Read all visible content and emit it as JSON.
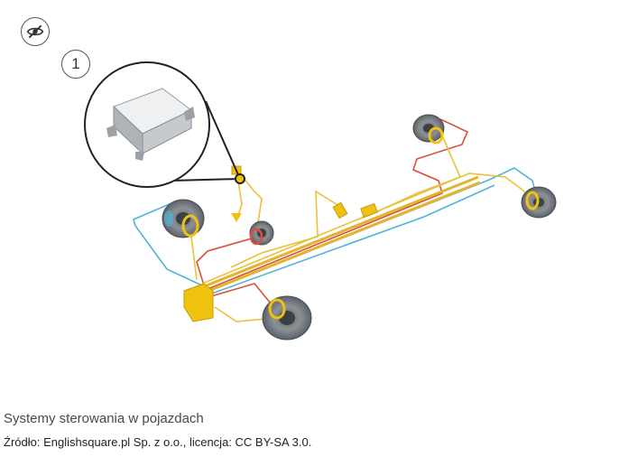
{
  "toggle": {
    "icon": "eye-off-icon"
  },
  "marker": {
    "label": "1"
  },
  "caption": "Systemy sterowania w pojazdach",
  "source": "Źródło: Englishsquare.pl Sp. z o.o., licencja: CC BY-SA 3.0.",
  "colors": {
    "wire_yellow": "#e8c23a",
    "wire_red": "#d9503f",
    "wire_blue": "#4fb3d9",
    "component_yellow": "#f0c20f",
    "disc_gray": "#7d8288"
  }
}
